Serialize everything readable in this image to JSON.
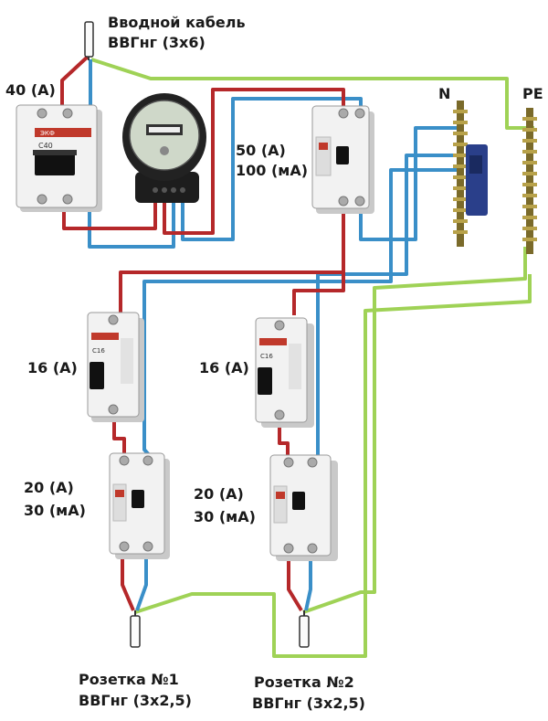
{
  "labels": {
    "input_cable_title": "Вводной кабель",
    "input_cable_type": "ВВГнг (3х6)",
    "main_breaker": "40 (А)",
    "rcd_main_current": "50 (А)",
    "rcd_main_leak": "100 (мА)",
    "neutral_bus": "N",
    "ground_bus": "PE",
    "breaker1": "16 (А)",
    "breaker2": "16 (А)",
    "rcd1_current": "20 (А)",
    "rcd1_leak": "30 (мА)",
    "rcd2_current": "20 (А)",
    "rcd2_leak": "30 (мА)",
    "socket1_title": "Розетка №1",
    "socket1_cable": "ВВГнг (3х2,5)",
    "socket2_title": "Розетка №2",
    "socket2_cable": "ВВГнг (3х2,5)"
  },
  "device_marks": {
    "brand": "ЭКФ",
    "main_rating": "C40",
    "branch_rating": "C16"
  },
  "colors": {
    "phase": "#b5282a",
    "neutral": "#3a8fc8",
    "ground": "#9fd256",
    "device_body": "#f2f2f2",
    "device_shadow": "#c9c9c9",
    "bus_metal": "#7a6a2a",
    "bus_holder": "#2a3f8a",
    "meter_body": "#222222"
  }
}
